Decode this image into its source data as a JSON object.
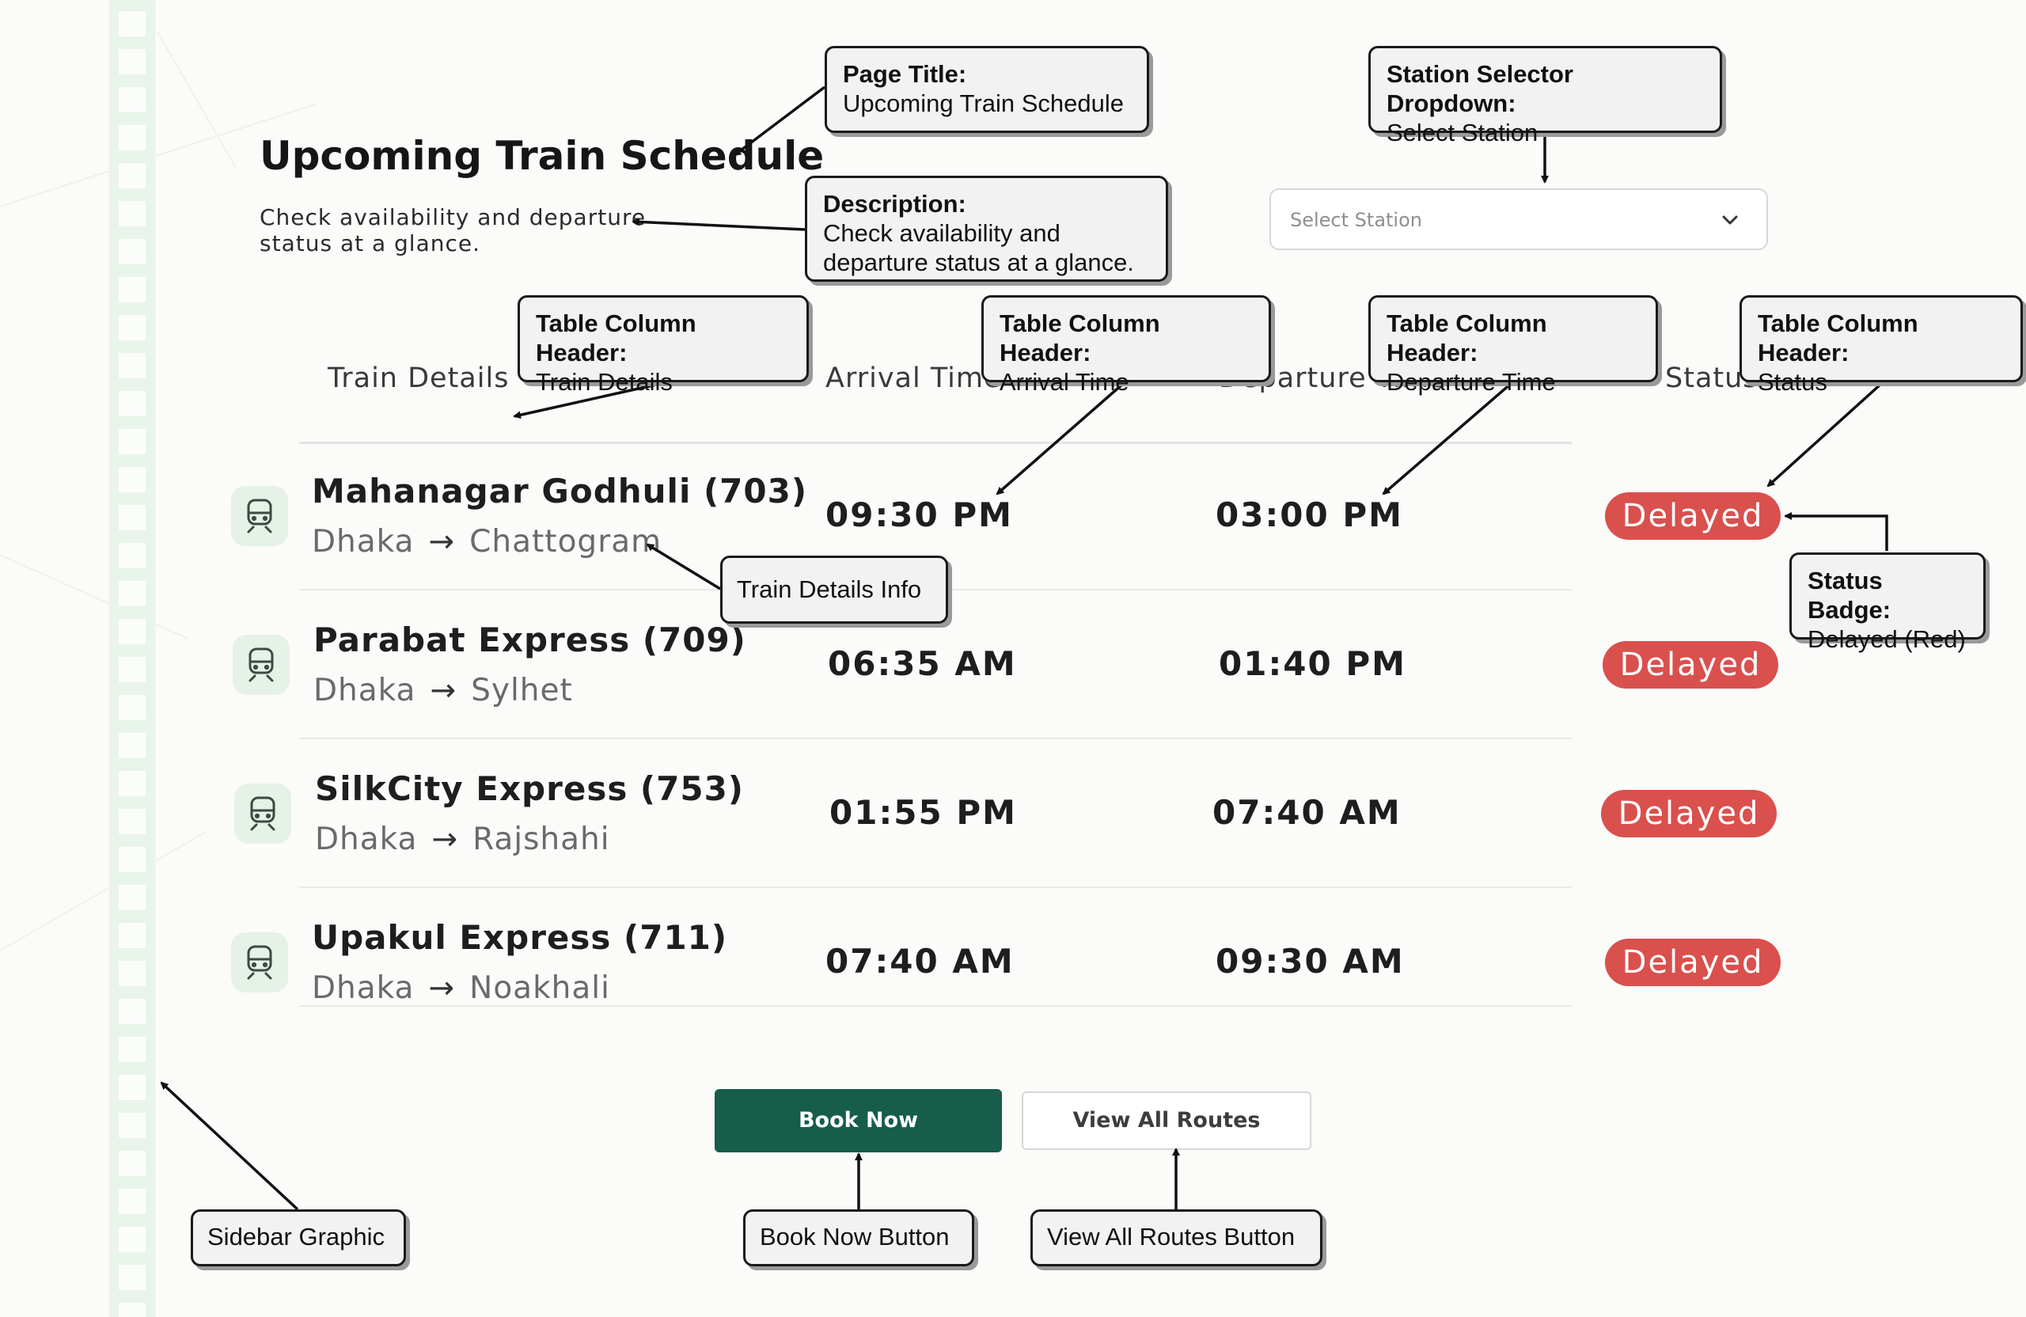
{
  "page": {
    "title": "Upcoming Train Schedule",
    "description": "Check availability and departure status at a glance."
  },
  "station_selector": {
    "placeholder": "Select Station",
    "icon": "chevron-down-icon"
  },
  "table": {
    "headers": [
      "Train Details",
      "Arrival Time",
      "Departure Time",
      "Status"
    ],
    "rows": [
      {
        "name": "Mahanagar Godhuli (703)",
        "from": "Dhaka",
        "to": "Chattogram",
        "arrival": "09:30 PM",
        "departure": "03:00 PM",
        "status": "Delayed"
      },
      {
        "name": "Parabat Express (709)",
        "from": "Dhaka",
        "to": "Sylhet",
        "arrival": "06:35 AM",
        "departure": "01:40 PM",
        "status": "Delayed"
      },
      {
        "name": "SilkCity Express (753)",
        "from": "Dhaka",
        "to": "Rajshahi",
        "arrival": "01:55 PM",
        "departure": "07:40 AM",
        "status": "Delayed"
      },
      {
        "name": "Upakul Express (711)",
        "from": "Dhaka",
        "to": "Noakhali",
        "arrival": "07:40 AM",
        "departure": "09:30 AM",
        "status": "Delayed"
      }
    ],
    "row_icon": "train-icon",
    "route_arrow": "→"
  },
  "buttons": {
    "book_now": "Book Now",
    "view_all_routes": "View All Routes"
  },
  "colors": {
    "primary": "#165d4a",
    "status_delayed": "#d9504d",
    "sidebar": "#e9f4ea"
  },
  "annotations": {
    "page_title": {
      "title": "Page Title:",
      "text": "Upcoming Train Schedule"
    },
    "station_selector": {
      "title": "Station Selector Dropdown:",
      "text": "Select Station"
    },
    "description": {
      "title": "Description:",
      "text": "Check availability and departure status at a glance."
    },
    "hdr_train": {
      "title": "Table Column Header:",
      "text": "Train Details"
    },
    "hdr_arrival": {
      "title": "Table Column Header:",
      "text": "Arrival Time"
    },
    "hdr_departure": {
      "title": "Table Column Header:",
      "text": "Departure Time"
    },
    "hdr_status": {
      "title": "Table Column Header:",
      "text": "Status"
    },
    "train_info": "Train Details Info",
    "status_badge": {
      "title": "Status Badge:",
      "text": "Delayed (Red)"
    },
    "sidebar": "Sidebar Graphic",
    "book_now": "Book Now Button",
    "view_all": "View All Routes Button"
  }
}
